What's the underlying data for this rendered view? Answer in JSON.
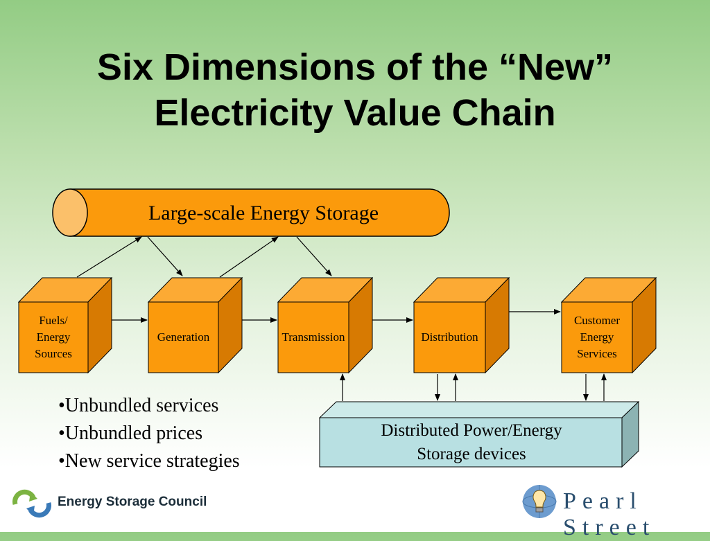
{
  "slide": {
    "title_line1": "Six Dimensions of the “New”",
    "title_line2": "Electricity Value Chain"
  },
  "diagram": {
    "storage_pipe": "Large-scale Energy Storage",
    "chain": [
      {
        "lines": [
          "Fuels/",
          "Energy",
          "Sources"
        ]
      },
      {
        "lines": [
          "Generation"
        ]
      },
      {
        "lines": [
          "Transmission"
        ]
      },
      {
        "lines": [
          "Distribution"
        ]
      },
      {
        "lines": [
          "Customer",
          "Energy",
          "Services"
        ]
      }
    ],
    "distributed_box": [
      "Distributed Power/Energy",
      "Storage devices"
    ],
    "colors": {
      "cube_front": "#fb9a0c",
      "cube_top": "#fcaa34",
      "cube_side": "#d77a02",
      "pipe": "#fb9a0c",
      "pipe_end": "#fbc06a",
      "dist_front": "#b8e0e2",
      "dist_side": "#8cb3b3"
    }
  },
  "bullets": [
    "•Unbundled services",
    "•Unbundled prices",
    "•New service strategies"
  ],
  "footer": {
    "left_logo_text": "Energy Storage Council",
    "right_logo_text": "Pearl Street",
    "left_icon": "circular-arrows-icon",
    "right_icon": "lightbulb-globe-icon"
  }
}
